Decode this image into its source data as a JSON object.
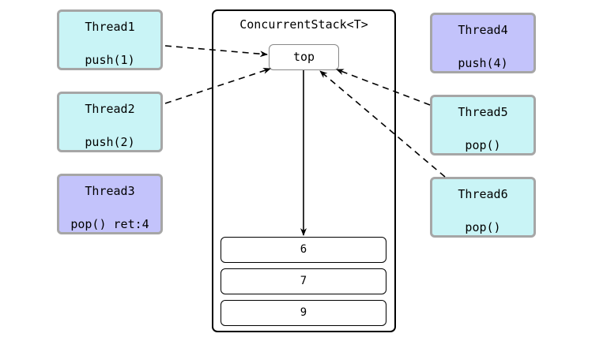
{
  "stack": {
    "title": "ConcurrentStack<T>",
    "top_label": "top",
    "items": [
      "6",
      "7",
      "9"
    ]
  },
  "threads": [
    {
      "name": "Thread1",
      "op": "push(1)",
      "color": "#c9f4f6"
    },
    {
      "name": "Thread2",
      "op": "push(2)",
      "color": "#c9f4f6"
    },
    {
      "name": "Thread3",
      "op": "pop() ret:4",
      "color": "#c3c3fb"
    },
    {
      "name": "Thread4",
      "op": "push(4)",
      "color": "#c3c3fb"
    },
    {
      "name": "Thread5",
      "op": "pop()",
      "color": "#c9f4f6"
    },
    {
      "name": "Thread6",
      "op": "pop()",
      "color": "#c9f4f6"
    }
  ]
}
